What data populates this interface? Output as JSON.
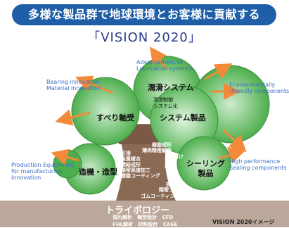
{
  "banner": {
    "title": "多様な製品群で地球環境とお客様に貢献する"
  },
  "vision": {
    "title": "「VISION 2020」"
  },
  "outer_labels": {
    "top_center": "Advancement to\nLubrication systems",
    "top_left": "Bearing innovation\nMaterial innovation",
    "top_right": "Environmentally\n-friendly components",
    "mid_left": "Production Equipment\nfor manufacturing\ninnovation",
    "mid_right": "High performance\nSealing components"
  },
  "circles": {
    "lubrication_system": "潤滑システム",
    "lubrication_sub": "潤滑制御\nシステム化",
    "plain_bearing": "すべり軸受",
    "system_products": "システム製品",
    "molding": "造機・造型",
    "sealing": "シーリング\n製品"
  },
  "trunk_words": {
    "resin_molding": "樹脂成形",
    "thin_precision": "薄肉精密鍛造",
    "sintering": "焼付け",
    "press_fit": "圧接",
    "metal_composite": "金属複合",
    "sinter_forming": "焼結成形",
    "plating": "抄造",
    "precision_hi": "精密高速加工",
    "resin_coating": "樹脂コーティング",
    "shakeproof": "振性加工",
    "precision_press": "精密プレス",
    "rubber_coating": "ゴムコーティング"
  },
  "ground": {
    "title": "トライボロジー",
    "row1": [
      "流れ解析",
      "軸受設計",
      "CFD"
    ],
    "row2": [
      "FHL解析",
      "材料設計",
      "CASE"
    ],
    "caption": "VISION 2020イメージ"
  },
  "colors": {
    "banner": "#1f5fa8",
    "canopy": "#4cae4c",
    "canopy_light": "#7cc97c",
    "trunk": "#8b6a55",
    "arrow": "#f28a3a",
    "ground": "#bba89a"
  }
}
